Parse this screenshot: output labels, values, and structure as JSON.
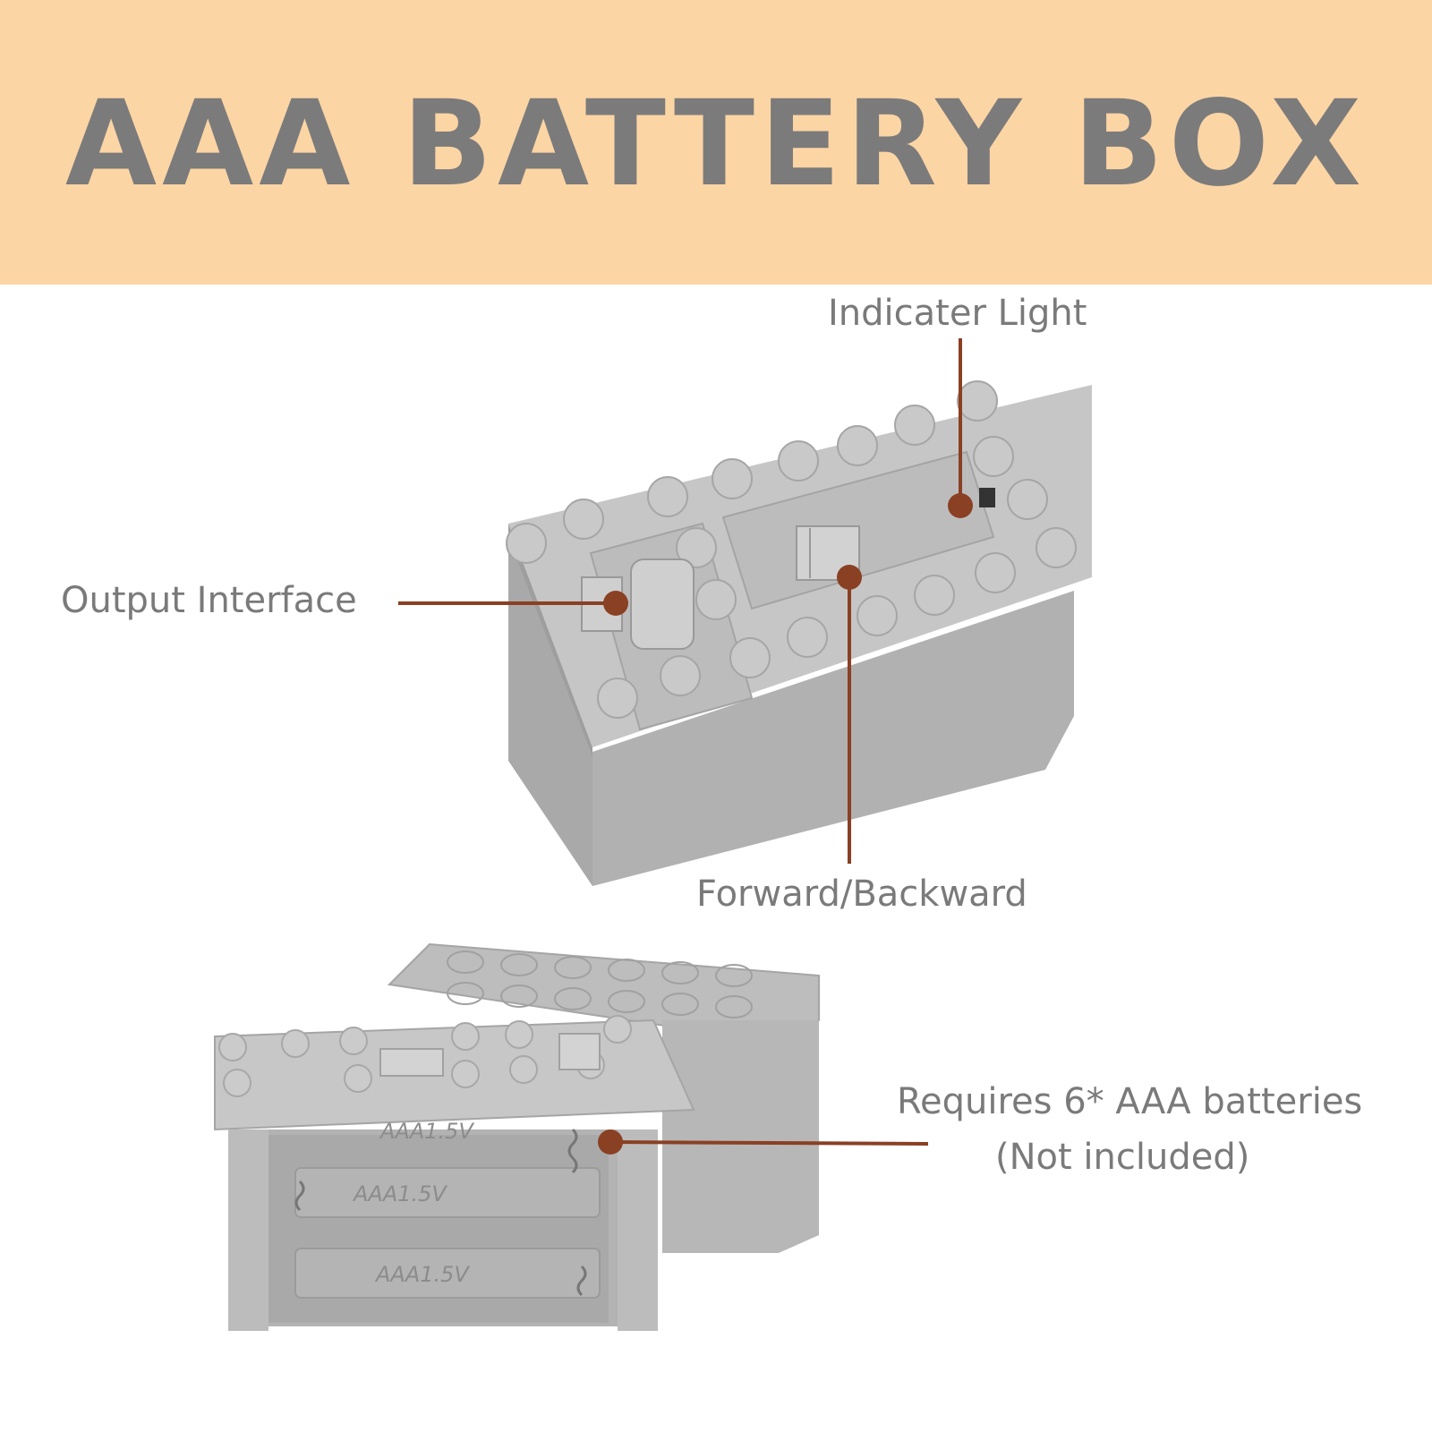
{
  "header": {
    "title": "AAA BATTERY BOX"
  },
  "callouts": {
    "indicator_light": "Indicater Light",
    "output_interface": "Output Interface",
    "forward_backward": "Forward/Backward",
    "battery_line1": "Requires 6* AAA batteries",
    "battery_line2": "(Not included)"
  },
  "compartment_labels": [
    "AAA1.5V",
    "AAA1.5V",
    "AAA1.5V"
  ],
  "colors": {
    "banner": "#fcd5a5",
    "title_text": "#7b7b7b",
    "callout_text": "#7a7a7a",
    "leader_line": "#8a4023",
    "box_gray": "#b8b8b8"
  }
}
